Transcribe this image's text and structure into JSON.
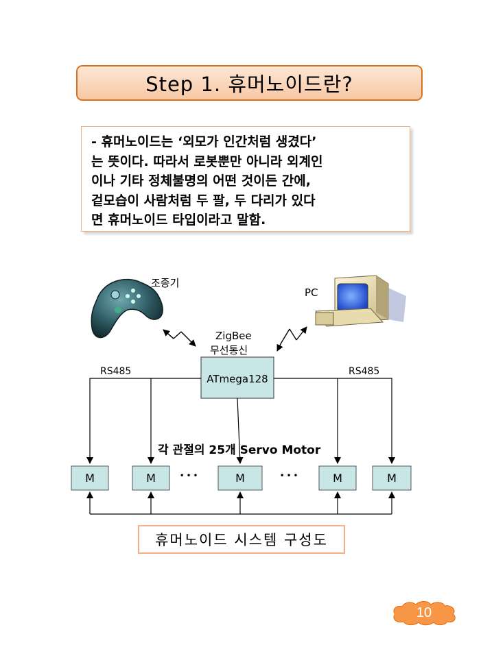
{
  "title": "Step 1. 휴머노이드란?",
  "description": {
    "lines": [
      "- 휴머노이드는 ‘외모가 인간처럼 생겼다’",
      "는 뜻이다. 따라서 로봇뿐만 아니라 외계인",
      "이나 기타 정체불명의 어떤 것이든 간에,",
      "겉모습이 사람처럼 두 팔, 두 다리가 있다",
      "면 휴머노이드 타입이라고 말함."
    ]
  },
  "diagram": {
    "controller_label": "조종기",
    "pc_label": "PC",
    "wireless_label_line1": "ZigBee",
    "wireless_label_line2": "무선통신",
    "mcu_label": "ATmega128",
    "bus_left_label": "RS485",
    "bus_right_label": "RS485",
    "motors_label": "각 관절의 25개 Servo Motor",
    "motor_label": "M",
    "ellipsis": "• • •",
    "controller_icon": "gamepad-icon",
    "pc_icon": "desktop-computer-icon",
    "colors": {
      "box_fill": "#c8e6e6",
      "box_stroke": "#6a8a8a",
      "line": "#000000"
    }
  },
  "caption": "휴머노이드 시스템 구성도",
  "page_number": "10",
  "colors": {
    "title_border": "#d9731f",
    "title_fill": "#f8c8a3",
    "badge_fill": "#f79646",
    "desc_border": "#f2b27a"
  }
}
